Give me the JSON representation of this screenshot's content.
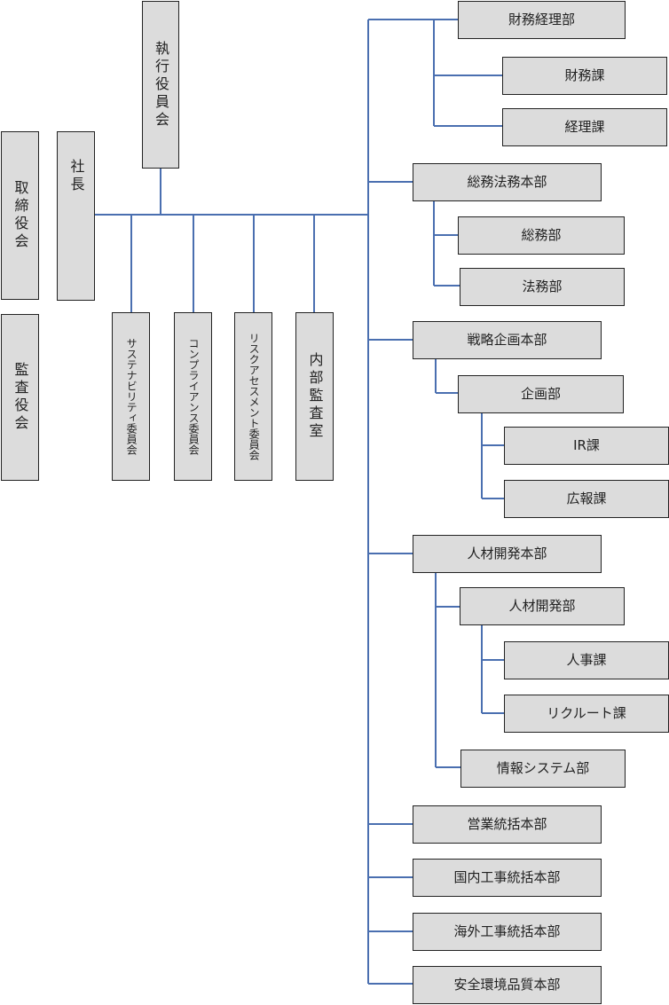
{
  "colors": {
    "line": "#4a6fb0",
    "box_fill": "#dcdcdc",
    "box_border": "#222222"
  },
  "left": {
    "board_of_directors": "取締役会",
    "audit_board": "監査役会",
    "president": "社長",
    "executive_officers": "執行役員会"
  },
  "committees": {
    "sustainability": "サステナビリティ委員会",
    "compliance": "コンプライアンス委員会",
    "risk_assessment": "リスクアセスメント委員会",
    "internal_audit": "内部監査室"
  },
  "divisions": {
    "finance_accounting_dept": "財務経理部",
    "finance_section": "財務課",
    "accounting_section": "経理課",
    "general_legal_hq": "総務法務本部",
    "general_affairs_dept": "総務部",
    "legal_dept": "法務部",
    "strategy_planning_hq": "戦略企画本部",
    "planning_dept": "企画部",
    "ir_section": "IR課",
    "pr_section": "広報課",
    "hr_development_hq": "人材開発本部",
    "hr_development_dept": "人材開発部",
    "personnel_section": "人事課",
    "recruit_section": "リクルート課",
    "info_systems_dept": "情報システム部",
    "sales_hq": "営業統括本部",
    "domestic_construction_hq": "国内工事統括本部",
    "overseas_construction_hq": "海外工事統括本部",
    "safety_env_quality_hq": "安全環境品質本部"
  }
}
